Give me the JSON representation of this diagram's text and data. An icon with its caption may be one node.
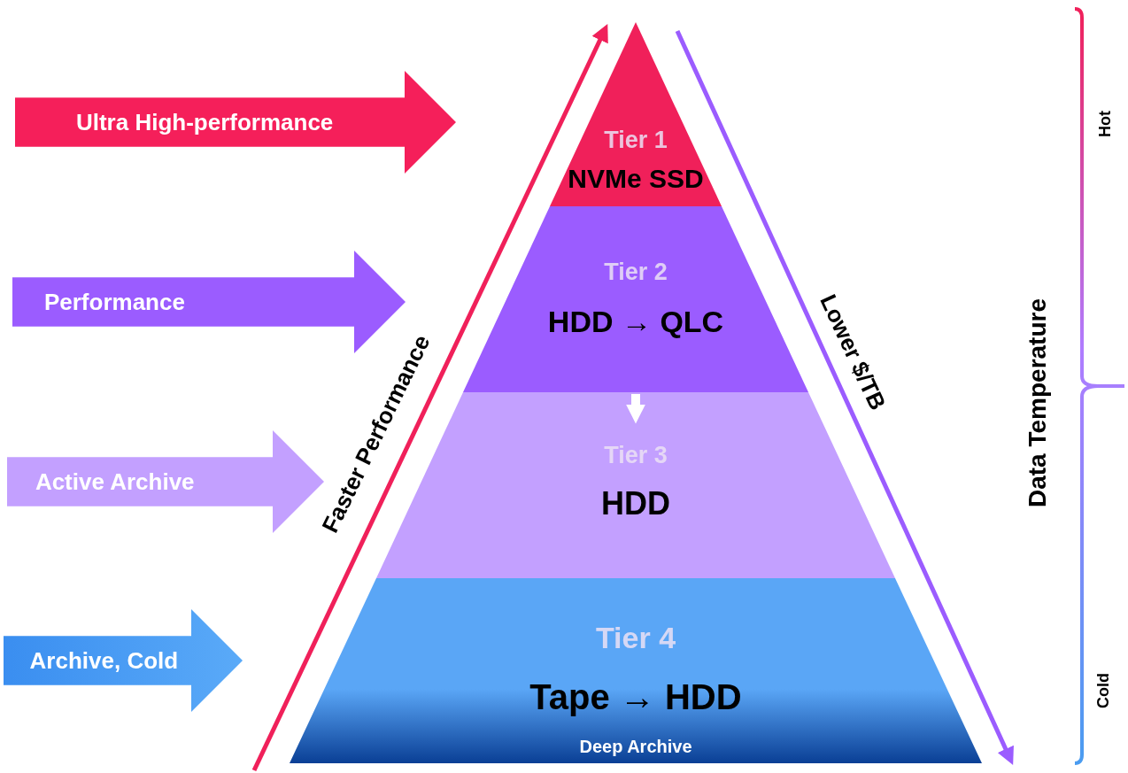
{
  "diagram": {
    "nodes": [
      {
        "text": [
          "Ultra High-performance"
        ]
      },
      {
        "text": [
          "Performance"
        ]
      },
      {
        "text": [
          "Active Archive"
        ]
      },
      {
        "text": [
          "Archive, Cold"
        ]
      },
      {
        "text": [
          "Tier 1",
          "NVMe SSD"
        ]
      },
      {
        "text": [
          "Tier 2",
          "HDD → QLC"
        ]
      },
      {
        "text": [
          "Tier 3",
          "HDD"
        ]
      },
      {
        "text": [
          "Tier 4",
          "Tape → HDD",
          "Deep Archive"
        ]
      }
    ],
    "edges": [
      {
        "from": 5,
        "to": 6,
        "arrow": "to",
        "color": "#ffffff"
      }
    ],
    "labels": [
      "Faster Performance",
      "Lower $/TB",
      "Hot",
      "Data Temperature",
      "Cold"
    ]
  }
}
